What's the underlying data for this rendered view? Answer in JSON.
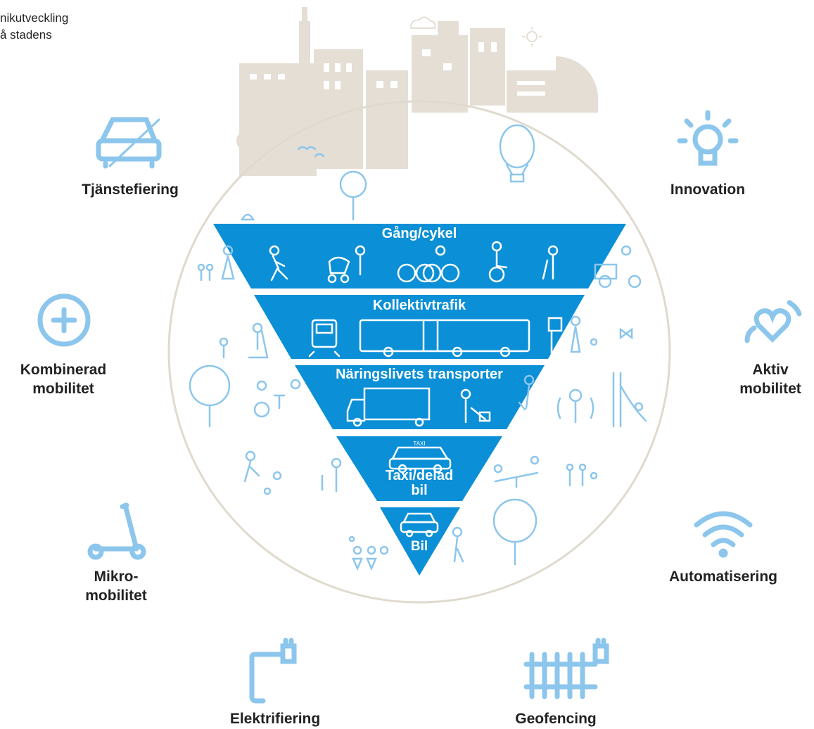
{
  "intro_text": [
    "nikutveckling",
    "å stadens"
  ],
  "tiers": [
    {
      "label": "Gång/cykel"
    },
    {
      "label": "Kollektivtrafik"
    },
    {
      "label": "Näringslivets transporter"
    },
    {
      "label": "Taxi/delad bil"
    },
    {
      "label": "Bil"
    }
  ],
  "taxi_sign": "TAXI",
  "technologies": [
    {
      "label": "Tjänstefiering",
      "icon": "crossed-car-icon"
    },
    {
      "label": "Innovation",
      "icon": "lightbulb-icon"
    },
    {
      "label": "Kombinerad mobilitet",
      "icon": "plus-circle-icon"
    },
    {
      "label": "Aktiv mobilitet",
      "icon": "heart-signal-icon"
    },
    {
      "label": "Mikro-mobilitet",
      "icon": "scooter-icon"
    },
    {
      "label": "Automatisering",
      "icon": "wifi-icon"
    },
    {
      "label": "Elektrifiering",
      "icon": "plug-icon"
    },
    {
      "label": "Geofencing",
      "icon": "fence-plug-icon"
    }
  ],
  "colors": {
    "tier_blue": "#0b8fd6",
    "icon_light_blue": "#8cc6ec",
    "city_beige": "#e5ded4",
    "circle_outline": "#e0dace",
    "text_dark": "#222222"
  }
}
